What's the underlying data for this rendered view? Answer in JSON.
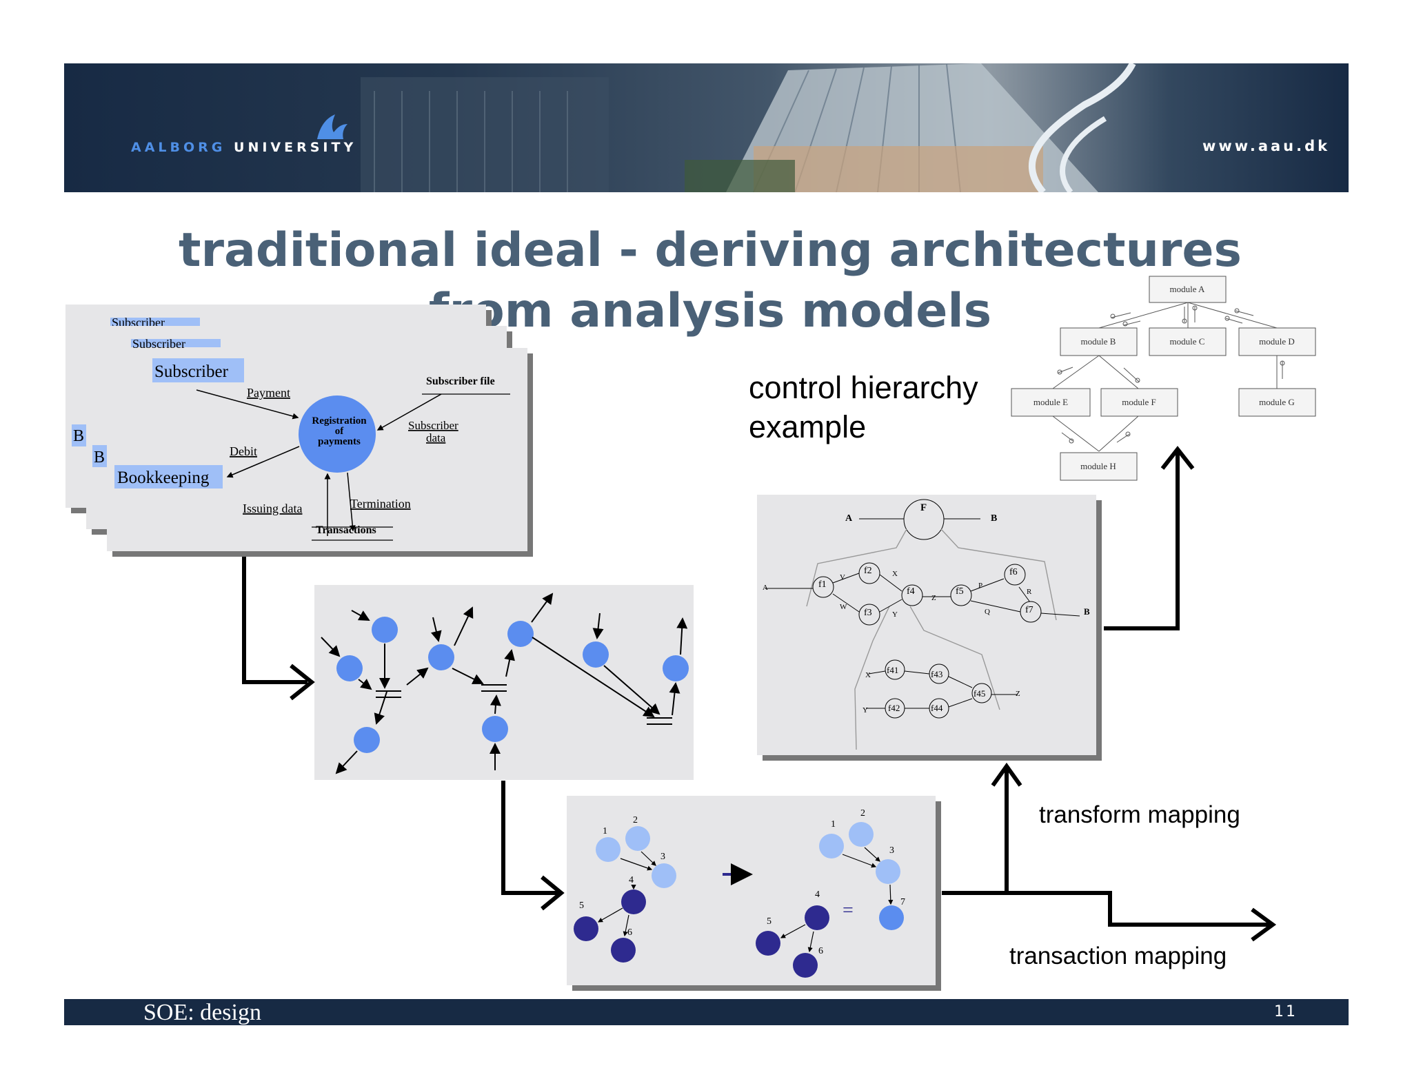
{
  "banner": {
    "university_prefix": "AALBORG",
    "university_suffix": "UNIVERSITY",
    "url": "www.aau.dk",
    "logo_icon": "aau-wave-logo"
  },
  "title": "traditional ideal - deriving architectures from analysis models",
  "labels": {
    "control_hierarchy": "control hierarchy example",
    "transform_mapping": "transform mapping",
    "transaction_mapping": "transaction mapping"
  },
  "dfd": {
    "back_labels": [
      "Subscriber",
      "Subscriber",
      "B",
      "B"
    ],
    "subscriber": "Subscriber",
    "bookkeeping": "Bookkeeping",
    "process": [
      "Registration",
      "of",
      "payments"
    ],
    "payment": "Payment",
    "debit": "Debit",
    "subscriber_file": "Subscriber file",
    "subscriber_data": [
      "Subscriber",
      "data"
    ],
    "issuing_data": "Issuing data",
    "termination": "Termination",
    "transactions": "Transactions"
  },
  "mapping": {
    "left_numbers": [
      "1",
      "2",
      "3",
      "4",
      "5",
      "6"
    ],
    "right_numbers": [
      "1",
      "2",
      "3",
      "4",
      "5",
      "6",
      "7"
    ],
    "equals": "="
  },
  "function_graph": {
    "top_node": "F",
    "top_in": "A",
    "top_out": "B",
    "nodes": [
      "f1",
      "f2",
      "f3",
      "f4",
      "f5",
      "f6",
      "f7"
    ],
    "edge_labels": [
      "A",
      "V",
      "W",
      "X",
      "Y",
      "Z",
      "P",
      "Q",
      "R",
      "B"
    ],
    "sub_nodes": [
      "f41",
      "f42",
      "f43",
      "f44",
      "f45"
    ],
    "sub_labels": [
      "X",
      "Y",
      "Z"
    ]
  },
  "modules": [
    "module A",
    "module B",
    "module C",
    "module D",
    "module E",
    "module F",
    "module G",
    "module H"
  ],
  "footer": {
    "course": "SOE: design",
    "page": "11"
  },
  "colors": {
    "navy": "#172a44",
    "title": "#4a6177",
    "node": "#5b8def",
    "node_light": "#9fbff7",
    "node_dark": "#2e2a8f",
    "panel": "#e6e6e8"
  }
}
